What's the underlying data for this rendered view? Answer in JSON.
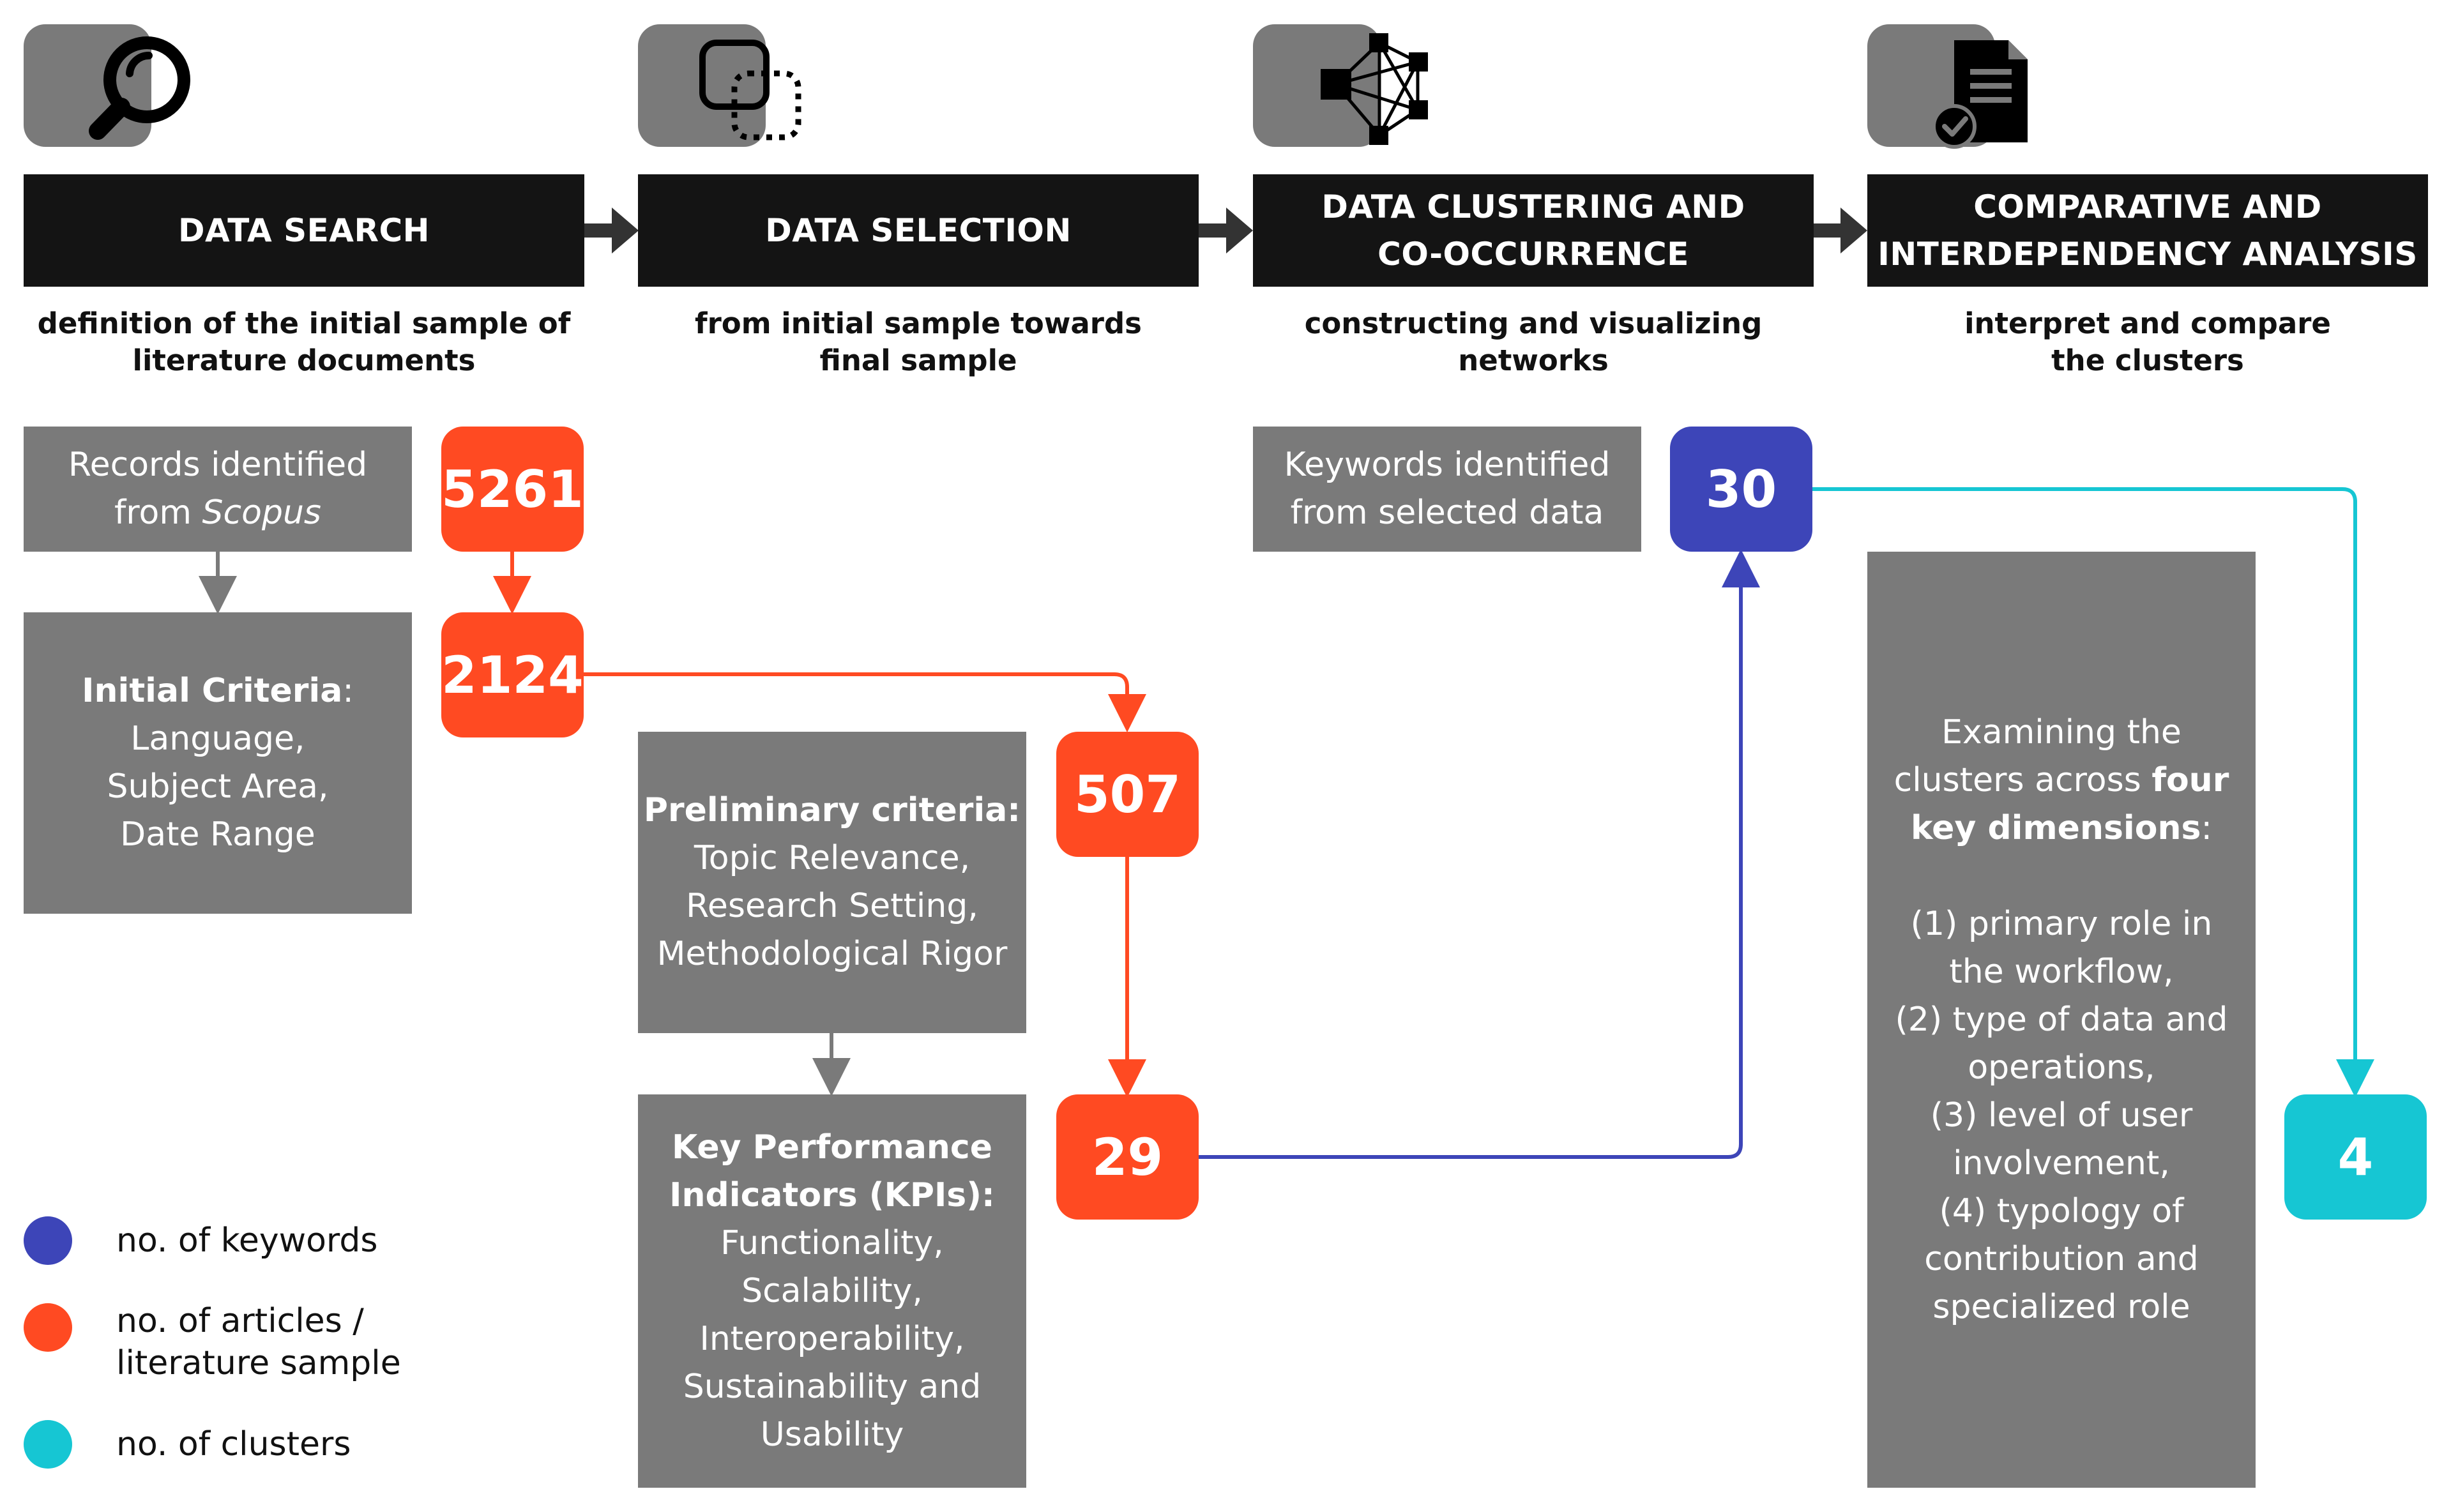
{
  "colors": {
    "header_bg": "#141414",
    "box_gray": "#7a7a7a",
    "orange": "#ff4a22",
    "blue": "#3d45b8",
    "cyan": "#16c6d3",
    "arrow_gray": "#7a7a7a",
    "arrow_dark": "#333333"
  },
  "phases": [
    {
      "icon": "magnifier-icon",
      "title": "DATA SEARCH",
      "subtitle": "definition of the initial sample of\nliterature documents"
    },
    {
      "icon": "overlapping-squares-icon",
      "title": "DATA SELECTION",
      "subtitle": "from initial sample towards\nfinal sample"
    },
    {
      "icon": "network-icon",
      "title": "DATA CLUSTERING AND\nCO-OCCURRENCE",
      "subtitle": "constructing and visualizing\nnetworks"
    },
    {
      "icon": "document-check-icon",
      "title": "COMPARATIVE AND\nINTERDEPENDENCY ANALYSIS",
      "subtitle": "interpret and compare\nthe clusters"
    }
  ],
  "boxes": {
    "records": {
      "prefix": "Records identified",
      "from_word": "from ",
      "source": "Scopus"
    },
    "initial_criteria": {
      "title": "Initial Criteria",
      "colon": ":",
      "lines": [
        "Language,",
        "Subject Area,",
        "Date Range"
      ]
    },
    "preliminary": {
      "title": "Preliminary criteria:",
      "lines": [
        "Topic Relevance,",
        "Research Setting,",
        "Methodological Rigor"
      ]
    },
    "kpi": {
      "title_lines": [
        "Key Performance",
        "Indicators (KPIs):"
      ],
      "lines": [
        "Functionality,",
        "Scalability,",
        "Interoperability,",
        "Sustainability and",
        "Usability"
      ]
    },
    "keywords": {
      "lines": [
        "Keywords identified",
        "from selected data"
      ]
    },
    "examining": {
      "intro_1": "Examining the",
      "intro_2_plain": "clusters across ",
      "intro_2_bold": "four",
      "intro_3_bold": "key dimensions",
      "intro_3_plain": ":",
      "items": [
        "(1) primary role in",
        "the workflow,",
        "(2) type of data and",
        "operations,",
        "(3) level of user",
        "involvement,",
        "(4) typology of",
        "contribution and",
        "specialized role"
      ]
    }
  },
  "counts": {
    "records_identified": "5261",
    "after_initial_criteria": "2124",
    "after_preliminary": "507",
    "final_articles": "29",
    "keywords": "30",
    "clusters": "4"
  },
  "legend": [
    {
      "color": "#3d45b8",
      "label": "no. of keywords"
    },
    {
      "color": "#ff4a22",
      "label": "no. of articles /\nliterature sample"
    },
    {
      "color": "#16c6d3",
      "label": "no. of clusters"
    }
  ]
}
